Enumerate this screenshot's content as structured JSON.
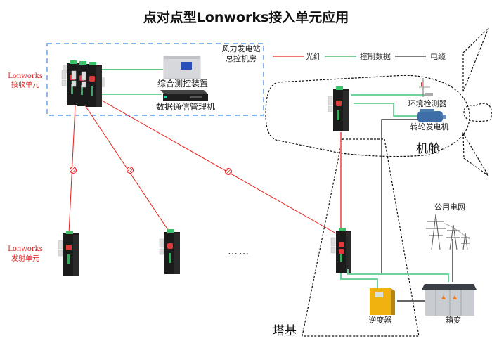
{
  "title": "点对点型Lonworks接入单元应用",
  "legend": {
    "items": [
      {
        "label": "光纤",
        "color": "#e81d1d"
      },
      {
        "label": "控制数据",
        "color": "#2eaf5e"
      },
      {
        "label": "电缆",
        "color": "#333333"
      }
    ]
  },
  "control_room": {
    "label_line1": "风力发电站",
    "label_line2": "总控机房",
    "receiver_label_line1": "Lonworks",
    "receiver_label_line2": "接收单元",
    "device1": "综合测控装置",
    "device2": "数据通信管理机"
  },
  "transmitters": {
    "label_line1": "Lonworks",
    "label_line2": "发射单元",
    "ellipsis": "……"
  },
  "nacelle": {
    "label": "机舱",
    "env_sensor": "环境检测器",
    "generator": "转轮发电机"
  },
  "tower_base": {
    "label": "塔基",
    "inverter": "逆变器",
    "box_transformer": "箱变",
    "public_grid": "公用电网"
  }
}
